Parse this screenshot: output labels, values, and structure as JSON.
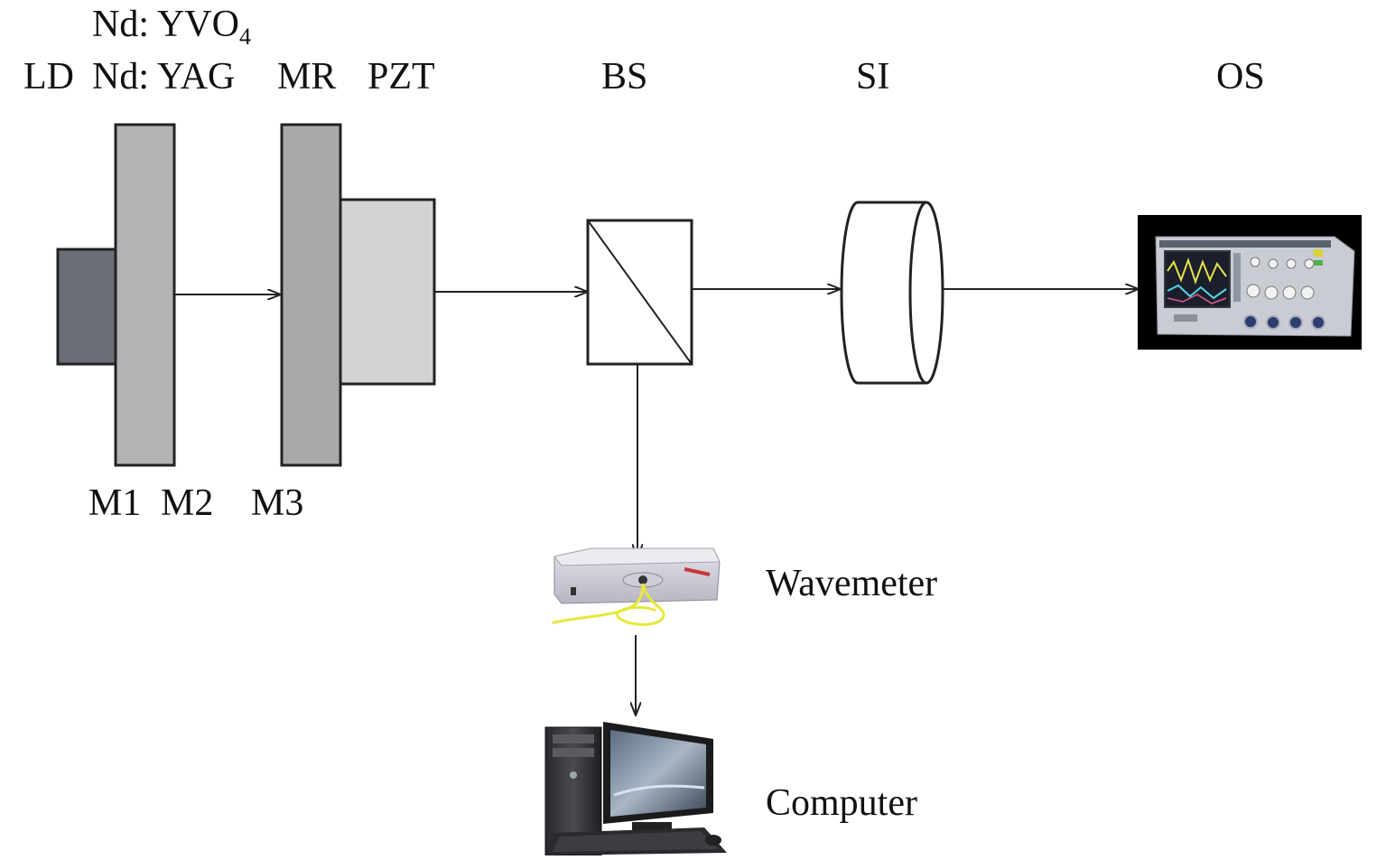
{
  "labels": {
    "nd_yvo4_prefix": "Nd: YVO",
    "nd_yvo4_sub": "4",
    "ld": "LD",
    "nd_yag": "Nd: YAG",
    "mr": "MR",
    "pzt": "PZT",
    "bs": "BS",
    "si": "SI",
    "os": "OS",
    "m1": "M1",
    "m2": "M2",
    "m3": "M3",
    "wavemeter": "Wavemeter",
    "computer": "Computer"
  },
  "colors": {
    "ld_block": "#6b6f75",
    "crystal_block": "#b3b3b6",
    "mr_block": "#a9a9ac",
    "pzt_block": "#d3d3d4",
    "oscilloscope_bg": "#000000",
    "fiber": "#e6e83a",
    "line": "#222222"
  },
  "icons": {
    "wavemeter": "wavemeter-device-icon",
    "computer": "desktop-computer-icon",
    "oscilloscope": "oscilloscope-icon"
  }
}
